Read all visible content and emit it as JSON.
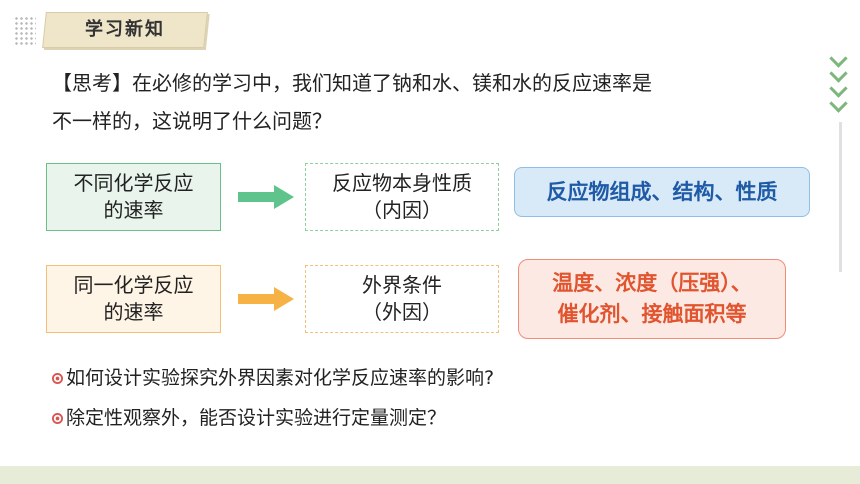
{
  "header": {
    "title": "学习新知"
  },
  "question": {
    "line1": "【思考】在必修的学习中，我们知道了钠和水、镁和水的反应速率是",
    "line2": "不一样的，这说明了什么问题？"
  },
  "rows": [
    {
      "left_l1": "不同化学反应",
      "left_l2": "的速率",
      "mid_l1": "反应物本身性质",
      "mid_l2": "（内因）",
      "right_l1": "反应物组成、结构、性质"
    },
    {
      "left_l1": "同一化学反应",
      "left_l2": "的速率",
      "mid_l1": "外界条件",
      "mid_l2": "（外因）",
      "right_l1": "温度、浓度（压强）、",
      "right_l2": "催化剂、接触面积等"
    }
  ],
  "bullets": [
    "如何设计实验探究外界因素对化学反应速率的影响?",
    "除定性观察外，能否设计实验进行定量测定？"
  ],
  "colors": {
    "green_arrow": "#5fc48b",
    "orange_arrow": "#f6b244",
    "blue_text": "#1f5aa6",
    "red_text": "#e0552f"
  }
}
